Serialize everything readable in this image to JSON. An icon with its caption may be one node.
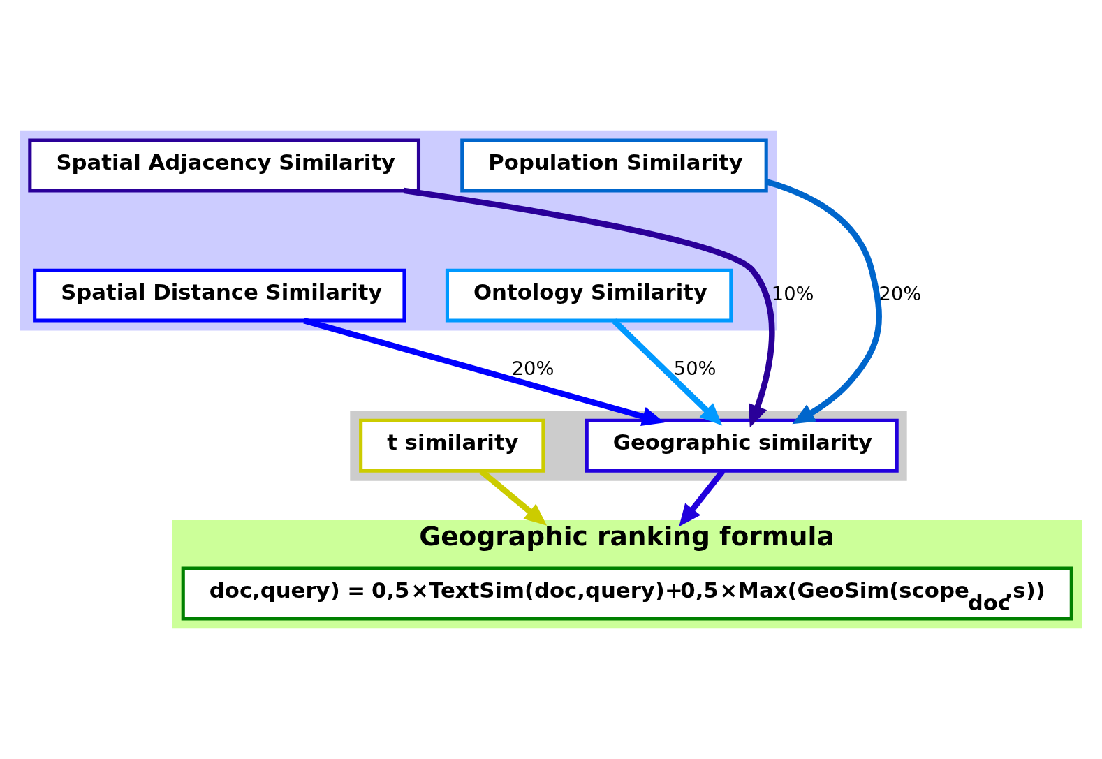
{
  "diagram": {
    "nodes": [
      {
        "text": [],
        "shape": "box"
      },
      {
        "text": [
          "Spatial Adjacency Similarity"
        ],
        "in": 0
      },
      {
        "text": [
          "Population Similarity"
        ],
        "in": 0
      },
      {
        "text": [
          "Spatial Distance Similarity"
        ],
        "in": 0
      },
      {
        "text": [
          "Ontology Similarity"
        ],
        "in": 0
      },
      {
        "text": [],
        "shape": "box"
      },
      {
        "text": [
          "t similarity"
        ],
        "in": 5
      },
      {
        "text": [
          "Geographic similarity"
        ],
        "in": 5
      },
      {
        "text": [
          "Geographic ranking formula"
        ]
      },
      {
        "text": [
          "doc,query) = **0,5**×TextSim(doc,query)+**0,5**×Max(GeoSim(scope$_{doc}$,s))"
        ],
        "in": 8
      }
    ],
    "edges": [
      {
        "from": 1,
        "to": 7,
        "arrow": "to",
        "label": "10%",
        "color": "#2a0099"
      },
      {
        "from": 3,
        "to": 7,
        "arrow": "to",
        "label": "20%",
        "color": "#0000ff"
      },
      {
        "from": 2,
        "to": 7,
        "arrow": "to",
        "label": "20%",
        "color": "#0066cc"
      },
      {
        "from": 4,
        "to": 7,
        "arrow": "to",
        "label": "50%",
        "color": "#0099ff"
      },
      {
        "from": 6,
        "to": 8,
        "arrow": "to",
        "color": "#cccc00"
      },
      {
        "from": 7,
        "to": 8,
        "arrow": "to",
        "color": "#2200dd"
      }
    ]
  }
}
